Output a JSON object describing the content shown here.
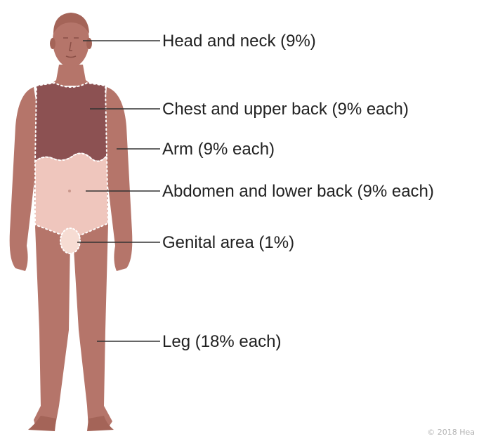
{
  "colors": {
    "skin": "#b5756a",
    "skin_dark": "#a46458",
    "chest_region": "#8c5152",
    "abdomen_region": "#efc6bd",
    "genital_region": "#f6dcd3",
    "leader_line": "#333333",
    "text": "#222222"
  },
  "labels": {
    "head_neck": "Head and neck (9%)",
    "chest_upper_back": "Chest and upper back (9% each)",
    "arm": "Arm (9% each)",
    "abdomen_lower_back": "Abdomen and lower back (9% each)",
    "genital": "Genital area (1%)",
    "leg": "Leg (18% each)"
  },
  "credit": "© 2018 Hea"
}
